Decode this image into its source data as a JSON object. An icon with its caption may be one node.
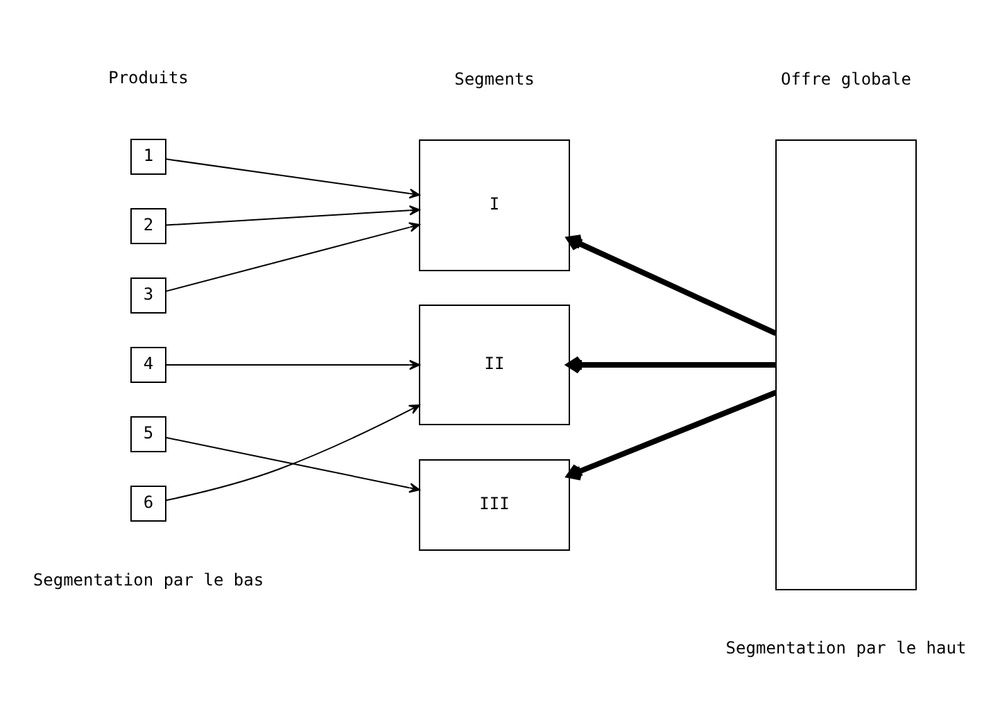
{
  "diagram": {
    "nodes": [
      {
        "text": [
          "1"
        ]
      },
      {
        "text": [
          "2"
        ]
      },
      {
        "text": [
          "3"
        ]
      },
      {
        "text": [
          "4"
        ]
      },
      {
        "text": [
          "5"
        ]
      },
      {
        "text": [
          "6"
        ]
      },
      {
        "text": [
          "I"
        ]
      },
      {
        "text": [
          "II"
        ]
      },
      {
        "text": [
          "III"
        ]
      },
      {
        "text": [],
        "shape": "box"
      }
    ],
    "edges": [
      {
        "from": 0,
        "to": 6,
        "arrow": "to"
      },
      {
        "from": 1,
        "to": 6,
        "arrow": "to"
      },
      {
        "from": 2,
        "to": 6,
        "arrow": "to"
      },
      {
        "from": 3,
        "to": 7,
        "arrow": "to"
      },
      {
        "from": 5,
        "to": 7,
        "arrow": "to"
      },
      {
        "from": 4,
        "to": 8,
        "arrow": "to"
      },
      {
        "from": 9,
        "to": 6,
        "arrow": "to",
        "style": "thick"
      },
      {
        "from": 9,
        "to": 7,
        "arrow": "to",
        "style": "thick"
      },
      {
        "from": 9,
        "to": 8,
        "arrow": "to",
        "style": "thick"
      }
    ],
    "labels": [
      "Produits",
      "Segments",
      "Offre globale",
      "Segmentation par le bas",
      "Segmentation par le haut"
    ]
  }
}
